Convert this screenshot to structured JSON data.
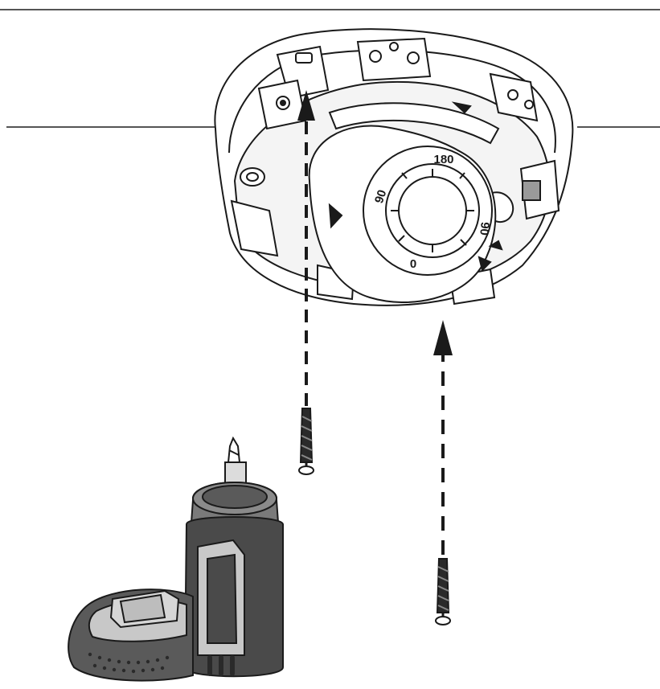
{
  "figure": {
    "dial_labels": {
      "top": "180",
      "left": "90",
      "right": "90",
      "bottom": "0"
    },
    "colors": {
      "line": "#1a1a1a",
      "fill_light": "#ffffff",
      "fill_gray": "#d9d9d9",
      "drill_dark": "#4a4a4a",
      "drill_mid": "#7a7a7a",
      "drill_light": "#c8c8c8"
    },
    "icons": [
      "ceiling-line-icon",
      "dome-camera-icon",
      "arrow-up-icon",
      "wall-plug-screw-icon",
      "cordless-screwdriver-icon"
    ]
  }
}
